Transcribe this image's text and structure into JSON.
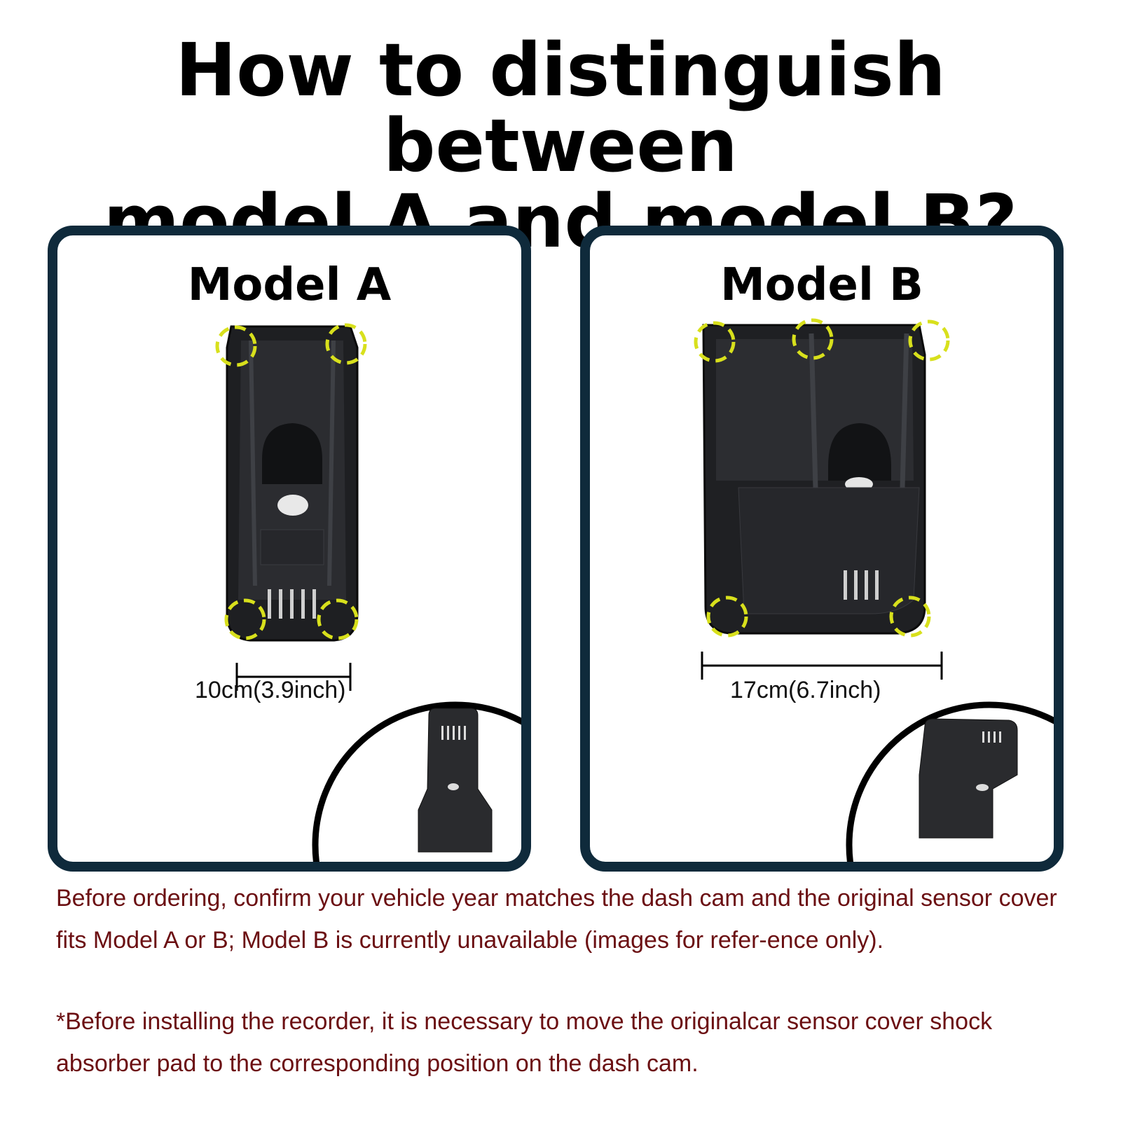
{
  "title": {
    "line1": "How to distinguish between",
    "line2": "model A and model B?"
  },
  "panels": {
    "a": {
      "title": "Model A",
      "measurement": "10cm(3.9inch)"
    },
    "b": {
      "title": "Model B",
      "measurement": "17cm(6.7inch)"
    }
  },
  "notes": {
    "line1": "Before ordering, confirm your vehicle year matches the dash cam and the original sensor cover fits Model A or B; Model B is currently unavailable (images for refer-ence only).",
    "line2": "*Before installing the recorder, it is necessary to move the originalcar sensor cover shock absorber pad to the corresponding position on the dash cam."
  },
  "colors": {
    "panel_border": "#0f2a3b",
    "highlight": "#d8e01c",
    "note_text": "#6b0f12"
  }
}
